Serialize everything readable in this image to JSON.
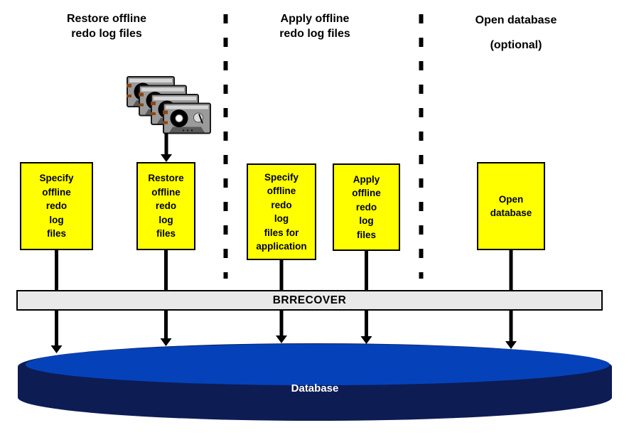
{
  "columns": [
    {
      "header": "Restore offline\nredo log files"
    },
    {
      "header": "Apply offline\nredo log files"
    },
    {
      "header": "Open database",
      "subheader": "(optional)"
    }
  ],
  "boxes": [
    {
      "label": "Specify\noffline\nredo\nlog\nfiles"
    },
    {
      "label": "Restore\noffline\nredo\nlog\nfiles"
    },
    {
      "label": "Specify\noffline\nredo\nlog\nfiles for\napplication"
    },
    {
      "label": "Apply\noffline\nredo\nlog\nfiles"
    },
    {
      "label": "Open\ndatabase"
    }
  ],
  "bar": {
    "label": "BRRECOVER"
  },
  "database": {
    "label": "Database"
  },
  "icons": {
    "tape_stack": "tape-cassette-stack-icon"
  },
  "colors": {
    "box_fill": "#FFFF00",
    "box_border": "#000000",
    "bar_fill": "#E9E9E9",
    "db_top": "#0542BA",
    "db_body": "#0E1C54",
    "arrow": "#000000"
  }
}
